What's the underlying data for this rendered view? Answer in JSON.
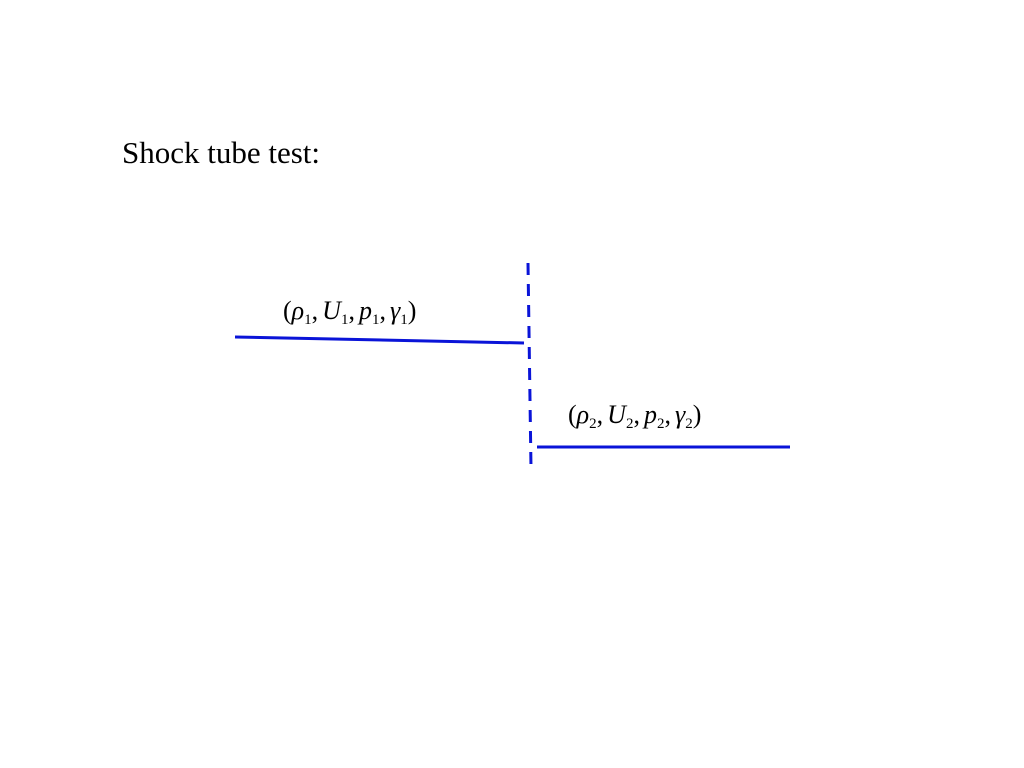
{
  "title": "Shock tube test:",
  "colors": {
    "line": "#0a14d8",
    "text": "#000000",
    "background": "#ffffff"
  },
  "left_state": {
    "open": "(",
    "rho": "ρ",
    "rho_sub": "1",
    "u": "U",
    "u_sub": "1",
    "p": "p",
    "p_sub": "1",
    "gamma": "γ",
    "gamma_sub": "1",
    "comma": ",",
    "close": ")"
  },
  "right_state": {
    "open": "(",
    "rho": "ρ",
    "rho_sub": "2",
    "u": "U",
    "u_sub": "2",
    "p": "p",
    "p_sub": "2",
    "gamma": "γ",
    "gamma_sub": "2",
    "comma": ",",
    "close": ")"
  }
}
